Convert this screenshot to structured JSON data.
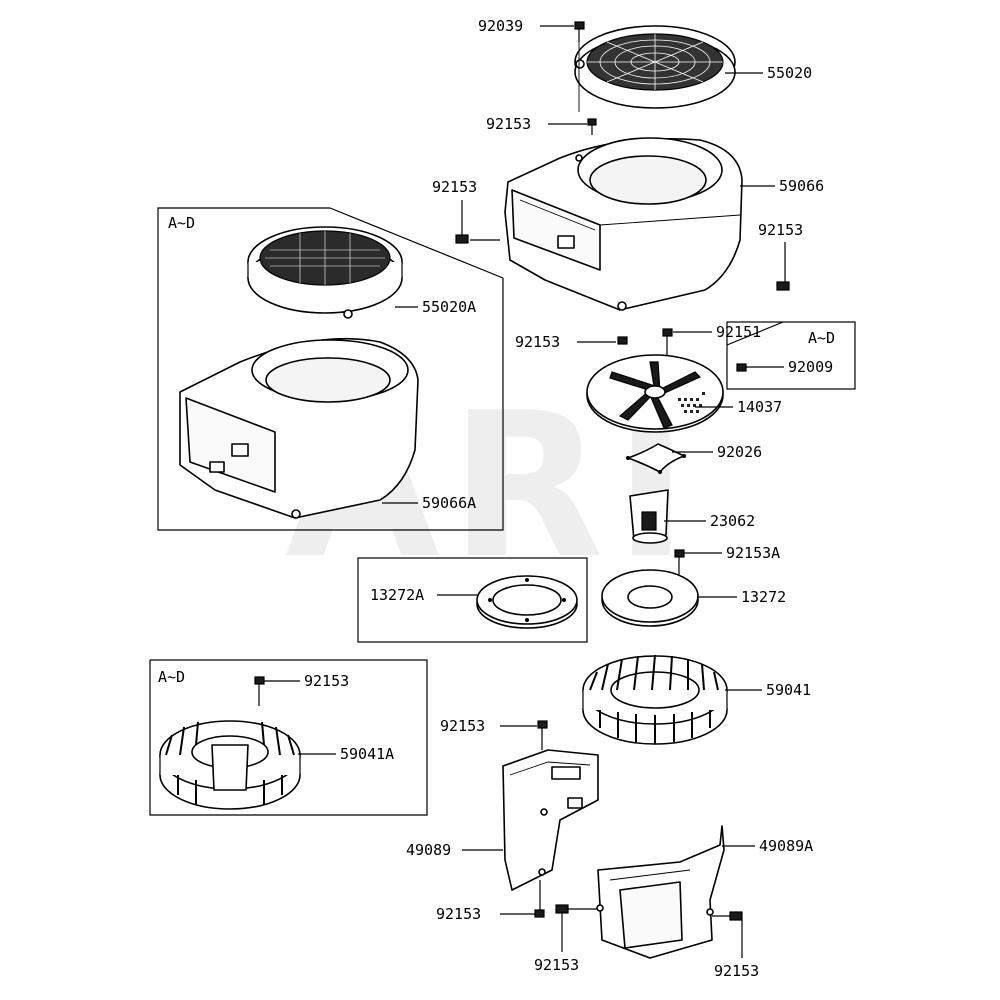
{
  "watermark": "ARI",
  "callouts": {
    "c92039": "92039",
    "c55020": "55020",
    "c92153_a": "92153",
    "c59066": "59066",
    "c92153_b": "92153",
    "c92153_c": "92153",
    "c92153_d": "92153",
    "c92151": "92151",
    "c92009": "92009",
    "c14037": "14037",
    "c92026": "92026",
    "c23062": "23062",
    "c92153A": "92153A",
    "c13272": "13272",
    "c13272A": "13272A",
    "c55020A": "55020A",
    "c59066A": "59066A",
    "c59041": "59041",
    "c59041A": "59041A",
    "c92153_e": "92153",
    "c92153_f": "92153",
    "c49089": "49089",
    "c49089A": "49089A",
    "c92153_g": "92153",
    "c92153_h": "92153",
    "c92153_i": "92153"
  },
  "groups": {
    "housing_variant": "A~D",
    "screw_variant": "A~D",
    "flywheel_variant": "A~D"
  }
}
